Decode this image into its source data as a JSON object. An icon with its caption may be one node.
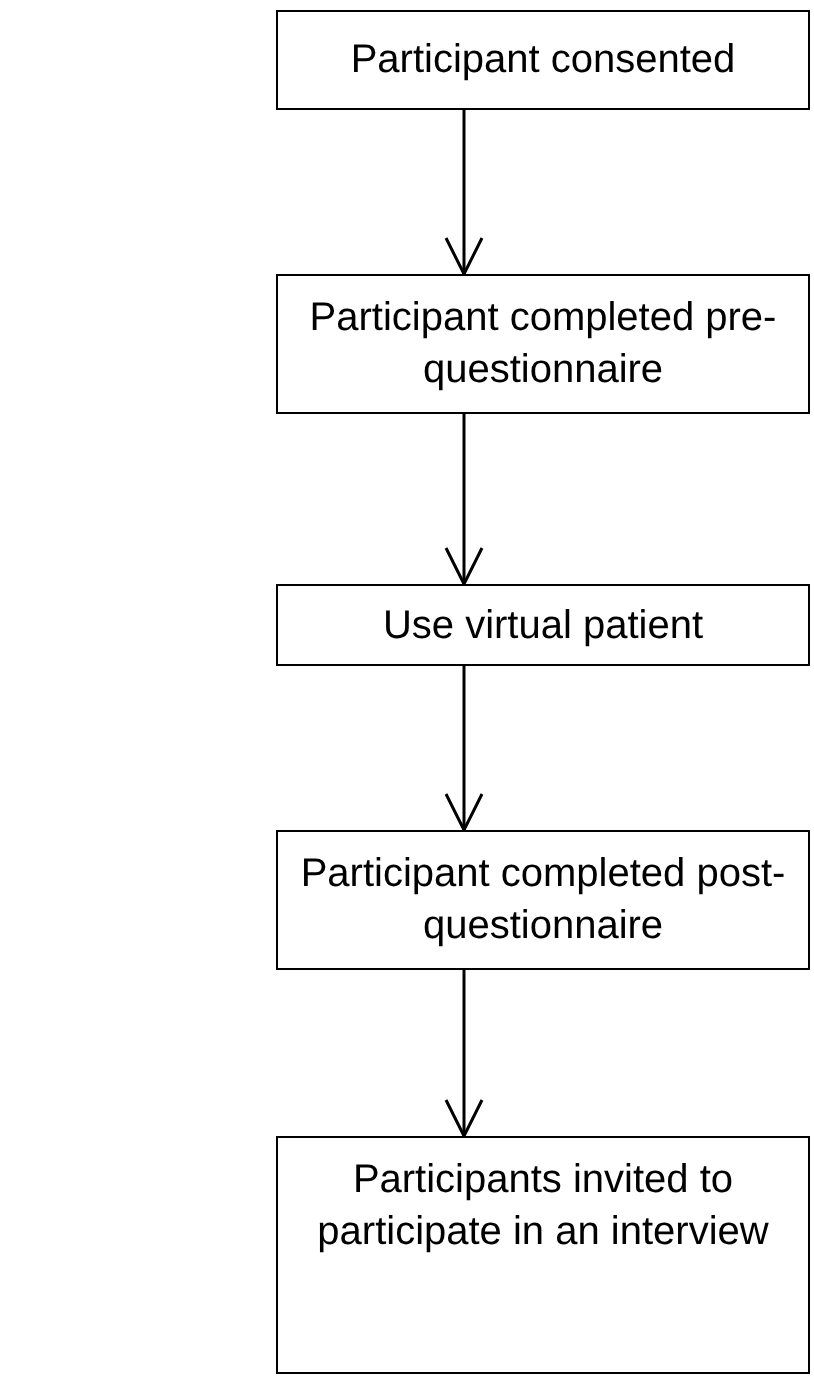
{
  "diagram": {
    "nodes": [
      {
        "text": [
          "Participant consented"
        ]
      },
      {
        "text": [
          "Participant completed pre-questionnaire"
        ]
      },
      {
        "text": [
          "Use virtual patient"
        ]
      },
      {
        "text": [
          "Participant completed post-questionnaire"
        ]
      },
      {
        "text": [
          "Participants invited to participate in an interview"
        ]
      }
    ],
    "edges": [
      {
        "from": 0,
        "to": 1,
        "arrow": "to"
      },
      {
        "from": 1,
        "to": 2,
        "arrow": "to"
      },
      {
        "from": 2,
        "to": 3,
        "arrow": "to"
      },
      {
        "from": 3,
        "to": 4,
        "arrow": "to"
      }
    ]
  }
}
